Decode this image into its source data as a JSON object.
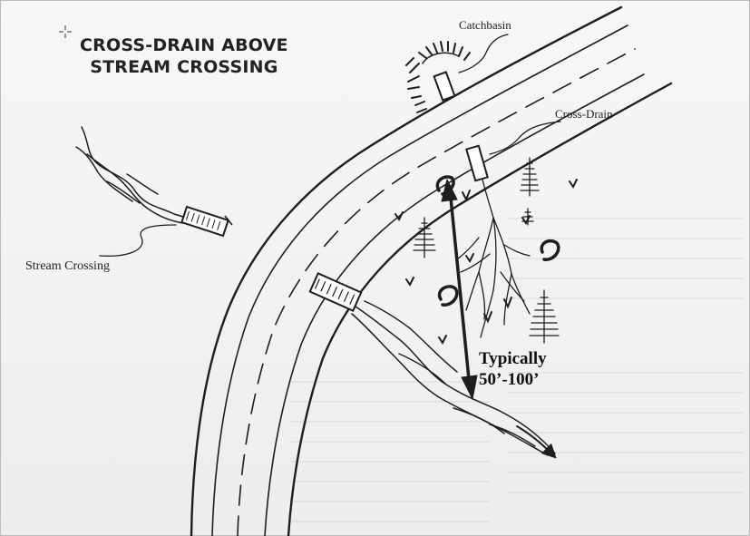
{
  "title": {
    "line1": "CROSS-DRAIN ABOVE",
    "line2": "STREAM CROSSING"
  },
  "labels": {
    "catchbasin": "Catchbasin",
    "cross_drain": "Cross-Drain",
    "stream_crossing": "Stream Crossing"
  },
  "distance": {
    "line1": "Typically",
    "line2": "50’-100’"
  },
  "colors": {
    "ink": "#1e1e1e",
    "paper": "#f4f4f4"
  },
  "icons": [
    "crosshair-cursor-icon",
    "tree-icon",
    "shrub-icon"
  ]
}
